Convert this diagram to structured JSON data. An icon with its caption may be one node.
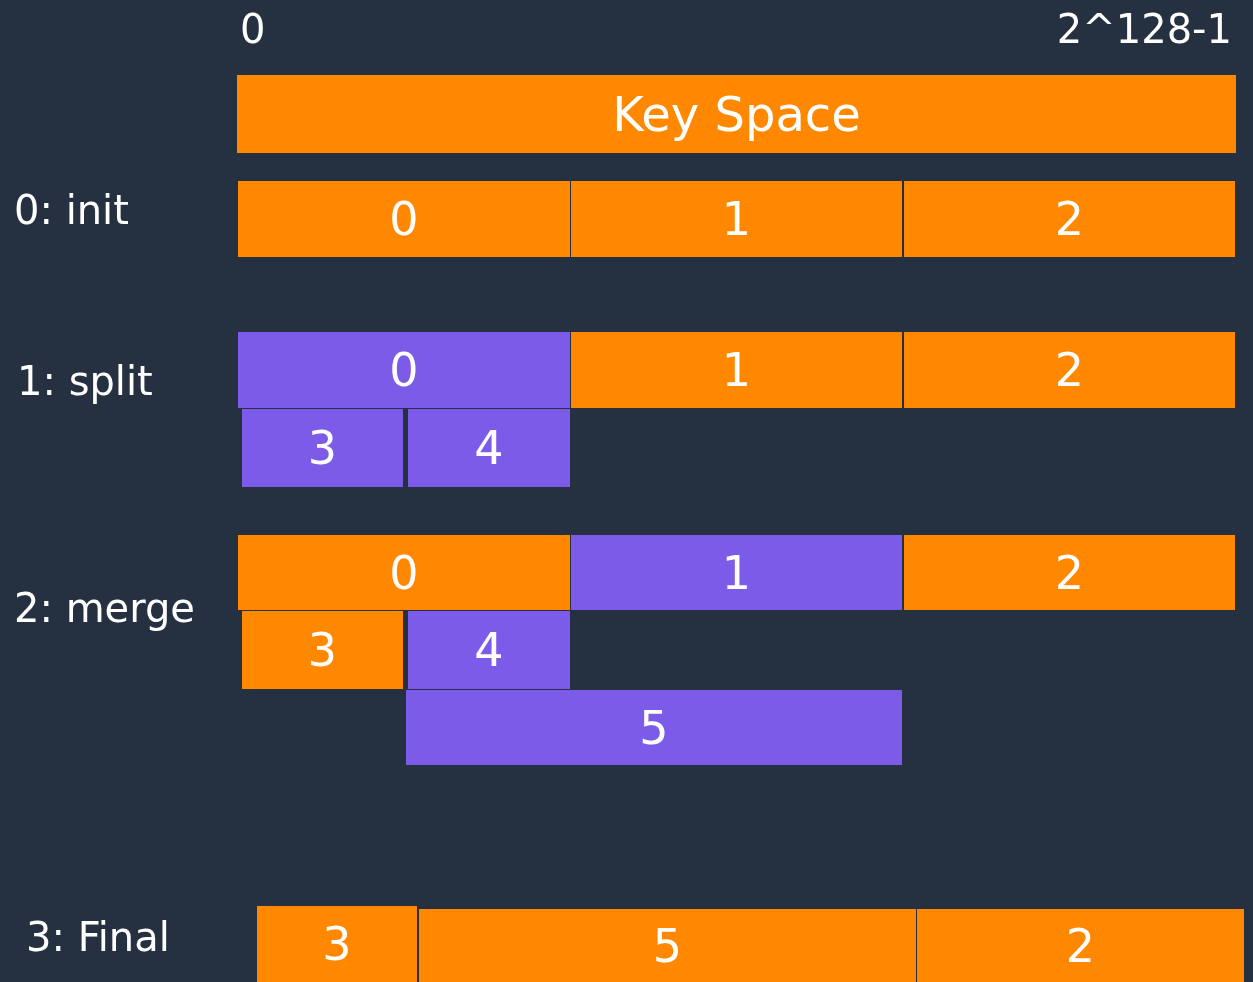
{
  "diagram": {
    "nodes": [
      {
        "text": [
          "Key Space"
        ]
      },
      {
        "text": [
          "0"
        ]
      },
      {
        "text": [
          "1"
        ]
      },
      {
        "text": [
          "2"
        ]
      },
      {
        "text": [
          "0"
        ]
      },
      {
        "text": [
          "1"
        ]
      },
      {
        "text": [
          "2"
        ]
      },
      {
        "text": [
          "3"
        ]
      },
      {
        "text": [
          "4"
        ]
      },
      {
        "text": [
          "0"
        ]
      },
      {
        "text": [
          "1"
        ]
      },
      {
        "text": [
          "2"
        ]
      },
      {
        "text": [
          "3"
        ]
      },
      {
        "text": [
          "4"
        ]
      },
      {
        "text": [
          "5"
        ]
      },
      {
        "text": [
          "3"
        ]
      },
      {
        "text": [
          "5"
        ]
      },
      {
        "text": [
          "2"
        ]
      }
    ],
    "labels": [
      "0",
      "2^128-1",
      "0: init",
      "1: split",
      "2: merge",
      "3: Final"
    ]
  }
}
